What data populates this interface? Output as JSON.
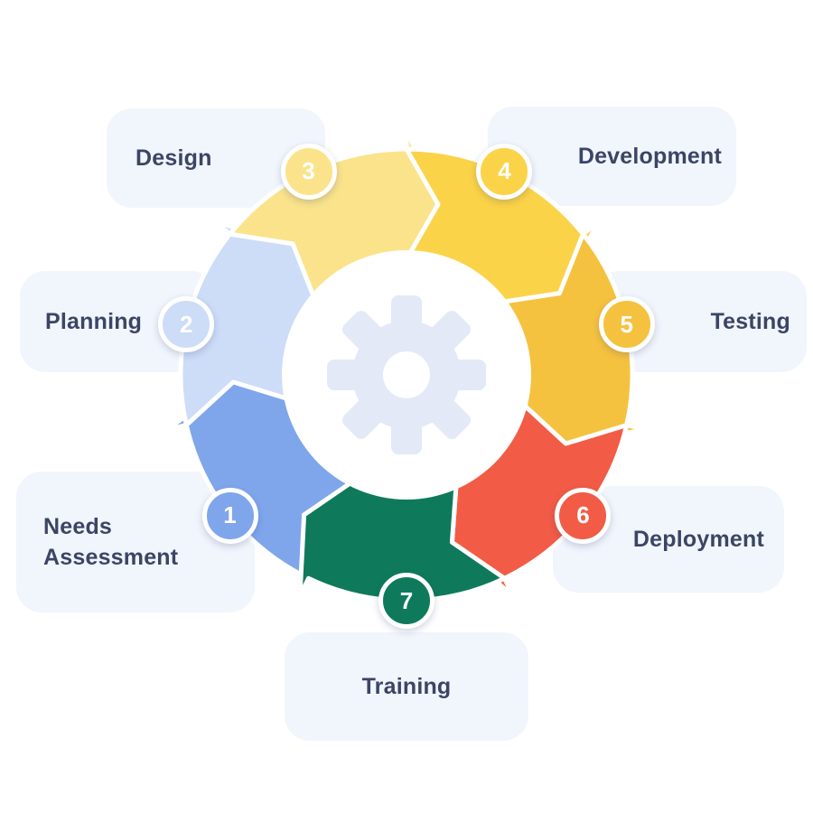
{
  "diagram": {
    "type": "cycle",
    "center_icon": "gear-icon",
    "background": "#FFFFFF",
    "card_bg": "#F1F5FC",
    "label_color": "#3B4565",
    "gear_color": "#E3E9F7",
    "badge_text_color": "#FFFFFF",
    "steps": [
      {
        "number": "1",
        "label": "Needs Assessment",
        "color": "#7FA6EB"
      },
      {
        "number": "2",
        "label": "Planning",
        "color": "#CDDCF7"
      },
      {
        "number": "3",
        "label": "Design",
        "color": "#FAE38B"
      },
      {
        "number": "4",
        "label": "Development",
        "color": "#FBD348"
      },
      {
        "number": "5",
        "label": "Testing",
        "color": "#F5C23F"
      },
      {
        "number": "6",
        "label": "Deployment",
        "color": "#F25B45"
      },
      {
        "number": "7",
        "label": "Training",
        "color": "#0E7A5B"
      }
    ]
  }
}
